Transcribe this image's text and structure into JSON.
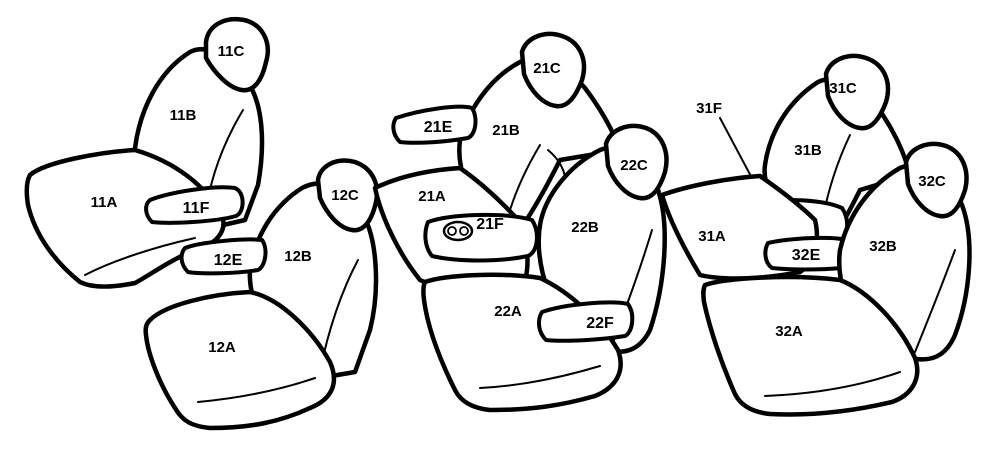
{
  "labels": {
    "11A": "11A",
    "11B": "11B",
    "11C": "11C",
    "11F": "11F",
    "12A": "12A",
    "12B": "12B",
    "12C": "12C",
    "12E": "12E",
    "21A": "21A",
    "21B": "21B",
    "21C": "21C",
    "21E": "21E",
    "21F": "21F",
    "22A": "22A",
    "22B": "22B",
    "22C": "22C",
    "22F": "22F",
    "31A": "31A",
    "31B": "31B",
    "31C": "31C",
    "31F": "31F",
    "32A": "32A",
    "32B": "32B",
    "32C": "32C",
    "32E": "32E"
  },
  "colors": {
    "stroke": "#000000",
    "fill": "#ffffff"
  }
}
